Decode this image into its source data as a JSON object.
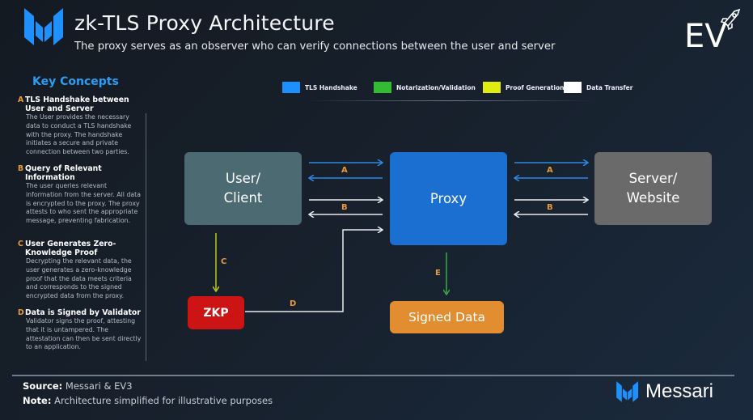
{
  "header": {
    "title": "zk-TLS Proxy Architecture",
    "subtitle": "The proxy serves as an observer who can verify connections between the user and server"
  },
  "key_concepts": {
    "title": "Key Concepts",
    "items": [
      {
        "letter": "A",
        "heading": "TLS Handshake between User and Server",
        "body": "The User provides the necessary data to conduct a TLS handshake with the proxy. The handshake initiates a secure and private connection between two parties."
      },
      {
        "letter": "B",
        "heading": "Query of Relevant Information",
        "body": "The user queries relevant information from the server. All data is encrypted to the proxy. The proxy attests to who sent the appropriate message, preventing fabrication."
      },
      {
        "letter": "C",
        "heading": "User Generates Zero-Knowledge Proof",
        "body": "Decrypting the relevant data, the user generates a zero-knowledge proof that the data meets criteria and corresponds to the signed encrypted data from the proxy."
      },
      {
        "letter": "D",
        "heading": "Data is Signed by Validator",
        "body": "Validator signs the proof, attesting that it is untampered. The attestation can then be sent directly to an application."
      }
    ]
  },
  "legend": [
    {
      "label": "TLS Handshake",
      "color": "#1e8fff"
    },
    {
      "label": "Notarization/Validation",
      "color": "#33bb33"
    },
    {
      "label": "Proof Generation",
      "color": "#e0ec10"
    },
    {
      "label": "Data Transfer",
      "color": "#ffffff"
    }
  ],
  "nodes": {
    "user": "User/\nClient",
    "proxy": "Proxy",
    "server": "Server/\nWebsite",
    "zkp": "ZKP",
    "signed": "Signed Data"
  },
  "edge_labels": {
    "a_left": "A",
    "b_left": "B",
    "a_right": "A",
    "b_right": "B",
    "c": "C",
    "d": "D",
    "e": "E"
  },
  "colors": {
    "tls": "#2a8ae6",
    "data": "#e8ecf0",
    "proof": "#b8c820",
    "notarize": "#3aa84a",
    "label": "#e89a3c"
  },
  "footer": {
    "source_label": "Source:",
    "source_text": "Messari & EV3",
    "note_label": "Note:",
    "note_text": "Architecture simplified for illustrative purposes",
    "brand": "Messari"
  },
  "ev_logo": "EV"
}
